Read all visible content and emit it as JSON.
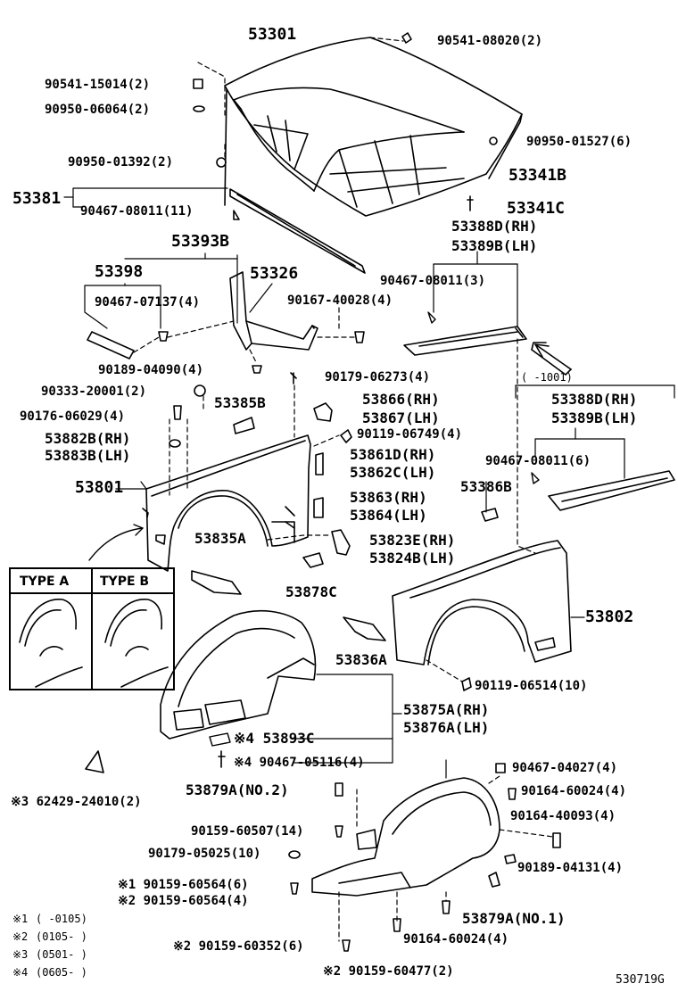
{
  "diagram_id": "530719G",
  "type_box": {
    "a": "TYPE A",
    "b": "TYPE B"
  },
  "notes": [
    {
      "mark": "※1",
      "range": "(      -0105)"
    },
    {
      "mark": "※2",
      "range": "(0105-       )"
    },
    {
      "mark": "※3",
      "range": "(0501-       )"
    },
    {
      "mark": "※4",
      "range": "(0605-       )"
    }
  ],
  "labels": {
    "p53301": "53301",
    "p90541_08020": "90541-08020(2)",
    "p90541_15014": "90541-15014(2)",
    "p90950_06064": "90950-06064(2)",
    "p90950_01527": "90950-01527(6)",
    "p90950_01392": "90950-01392(2)",
    "p53341B": "53341B",
    "p53381": "53381",
    "p90467_08011_11": "90467-08011(11)",
    "p53341C": "53341C",
    "p53393B": "53393B",
    "p53388D_rh_1": "53388D(RH)",
    "p53389B_lh_1": "53389B(LH)",
    "p53398": "53398",
    "p53326": "53326",
    "p90467_08011_3": "90467-08011(3)",
    "p90467_07137": "90467-07137(4)",
    "p90167_40028": "90167-40028(4)",
    "p90189_04090": "90189-04090(4)",
    "p90179_06273": "90179-06273(4)",
    "p1001": "(    -1001)",
    "p90333_20001": "90333-20001(2)",
    "p53388D_rh_2": "53388D(RH)",
    "p53389B_lh_2": "53389B(LH)",
    "p90176_06029": "90176-06029(4)",
    "p53385B": "53385B",
    "p53866_rh": "53866(RH)",
    "p53867_lh": "53867(LH)",
    "p90119_06749": "90119-06749(4)",
    "p53882B_rh": "53882B(RH)",
    "p53883B_lh": "53883B(LH)",
    "p53861D_rh": "53861D(RH)",
    "p53862C_lh": "53862C(LH)",
    "p90467_08011_6": "90467-08011(6)",
    "p53801": "53801",
    "p53863_rh": "53863(RH)",
    "p53864_lh": "53864(LH)",
    "p53386B": "53386B",
    "p53835A": "53835A",
    "p53823E_rh": "53823E(RH)",
    "p53824B_lh": "53824B(LH)",
    "p53878C": "53878C",
    "p53802": "53802",
    "p53836A": "53836A",
    "p90119_06514": "90119-06514(10)",
    "p53875A_rh": "53875A(RH)",
    "p53876A_lh": "53876A(LH)",
    "p53893C": "※4 53893C",
    "p90467_05116": "※4 90467-05116(4)",
    "p90467_04027": "90467-04027(4)",
    "p62429_24010": "※3 62429-24010(2)",
    "p53879A_no2": "53879A(NO.2)",
    "p90164_60024_a": "90164-60024(4)",
    "p90159_60507": "90159-60507(14)",
    "p90164_40093": "90164-40093(4)",
    "p90179_05025": "90179-05025(10)",
    "p90189_04131": "90189-04131(4)",
    "p90159_60564_1": "※1 90159-60564(6)",
    "p90159_60564_2": "※2 90159-60564(4)",
    "p53879A_no1": "53879A(NO.1)",
    "p90164_60024_b": "90164-60024(4)",
    "p90159_60352": "※2 90159-60352(6)",
    "p90159_60477": "※2 90159-60477(2)"
  }
}
